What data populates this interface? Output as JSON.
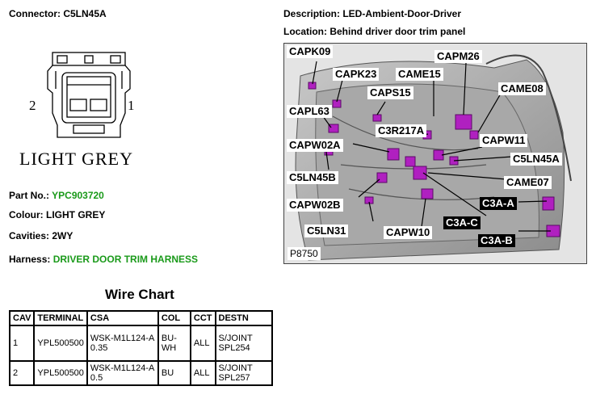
{
  "connector_label": "Connector: C5LN45A",
  "description": "Description: LED-Ambient-Door-Driver",
  "location": "Location: Behind driver door trim panel",
  "connector_color_caption": "LIGHT GREY",
  "pin_left": "2",
  "pin_right": "1",
  "part_no_label": "Part No.:",
  "part_no_value": "YPC903720",
  "colour": "Colour: LIGHT GREY",
  "cavities": "Cavities: 2WY",
  "harness_label": "Harness:",
  "harness_value": "DRIVER DOOR TRIM HARNESS",
  "photo_ref": "P8750",
  "callouts": {
    "capk09": "CAPK09",
    "capk23": "CAPK23",
    "came15": "CAME15",
    "capm26": "CAPM26",
    "came08": "CAME08",
    "caps15": "CAPS15",
    "capl63": "CAPL63",
    "c3r217a": "C3R217A",
    "capw11": "CAPW11",
    "capw02a": "CAPW02A",
    "c5ln45a": "C5LN45A",
    "c5ln45b": "C5LN45B",
    "came07": "CAME07",
    "capw02b": "CAPW02B",
    "c3aa": "C3A-A",
    "c3ac": "C3A-C",
    "c5ln31": "C5LN31",
    "capw10": "CAPW10",
    "c3ab": "C3A-B"
  },
  "wire_chart": {
    "title": "Wire Chart",
    "headers": [
      "CAV",
      "TERMINAL",
      "CSA",
      "COL",
      "CCT",
      "DESTN"
    ],
    "rows": [
      {
        "cav": "1",
        "terminal": "YPL500500",
        "csa": "WSK-M1L124-A 0.35",
        "col": "BU-WH",
        "cct": "ALL",
        "destn": "S/JOINT SPL254"
      },
      {
        "cav": "2",
        "terminal": "YPL500500",
        "csa": "WSK-M1L124-A 0.5",
        "col": "BU",
        "cct": "ALL",
        "destn": "S/JOINT SPL257"
      }
    ]
  },
  "colors": {
    "accent_green": "#1a9a1a",
    "connector_purple": "#b020c0"
  }
}
